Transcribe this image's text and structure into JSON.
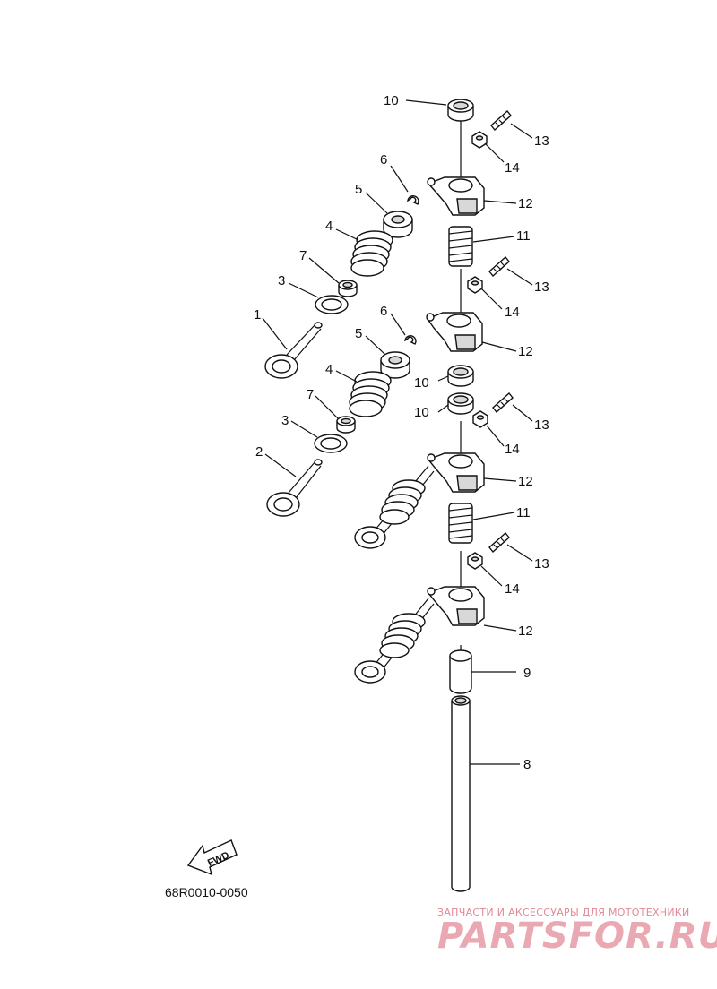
{
  "diagram": {
    "code": "68R0010-0050",
    "fwd_label": "FWD",
    "callouts": [
      {
        "id": "c10a",
        "text": "10"
      },
      {
        "id": "c13a",
        "text": "13"
      },
      {
        "id": "c14a",
        "text": "14"
      },
      {
        "id": "c6a",
        "text": "6"
      },
      {
        "id": "c5a",
        "text": "5"
      },
      {
        "id": "c12a",
        "text": "12"
      },
      {
        "id": "c4a",
        "text": "4"
      },
      {
        "id": "c11a",
        "text": "11"
      },
      {
        "id": "c7a",
        "text": "7"
      },
      {
        "id": "c13b",
        "text": "13"
      },
      {
        "id": "c3a",
        "text": "3"
      },
      {
        "id": "c14b",
        "text": "14"
      },
      {
        "id": "c1",
        "text": "1"
      },
      {
        "id": "c6b",
        "text": "6"
      },
      {
        "id": "c5b",
        "text": "5"
      },
      {
        "id": "c12b",
        "text": "12"
      },
      {
        "id": "c4b",
        "text": "4"
      },
      {
        "id": "c10b",
        "text": "10"
      },
      {
        "id": "c7b",
        "text": "7"
      },
      {
        "id": "c10c",
        "text": "10"
      },
      {
        "id": "c13c",
        "text": "13"
      },
      {
        "id": "c3b",
        "text": "3"
      },
      {
        "id": "c14c",
        "text": "14"
      },
      {
        "id": "c2",
        "text": "2"
      },
      {
        "id": "c12c",
        "text": "12"
      },
      {
        "id": "c11b",
        "text": "11"
      },
      {
        "id": "c13d",
        "text": "13"
      },
      {
        "id": "c14d",
        "text": "14"
      },
      {
        "id": "c12d",
        "text": "12"
      },
      {
        "id": "c9",
        "text": "9"
      },
      {
        "id": "c8",
        "text": "8"
      }
    ]
  },
  "watermark": {
    "subtitle": "ЗАПЧАСТИ И АКСЕССУАРЫ ДЛЯ МОТОТЕХНИКИ",
    "brand": "PARTSFOR.RU"
  }
}
